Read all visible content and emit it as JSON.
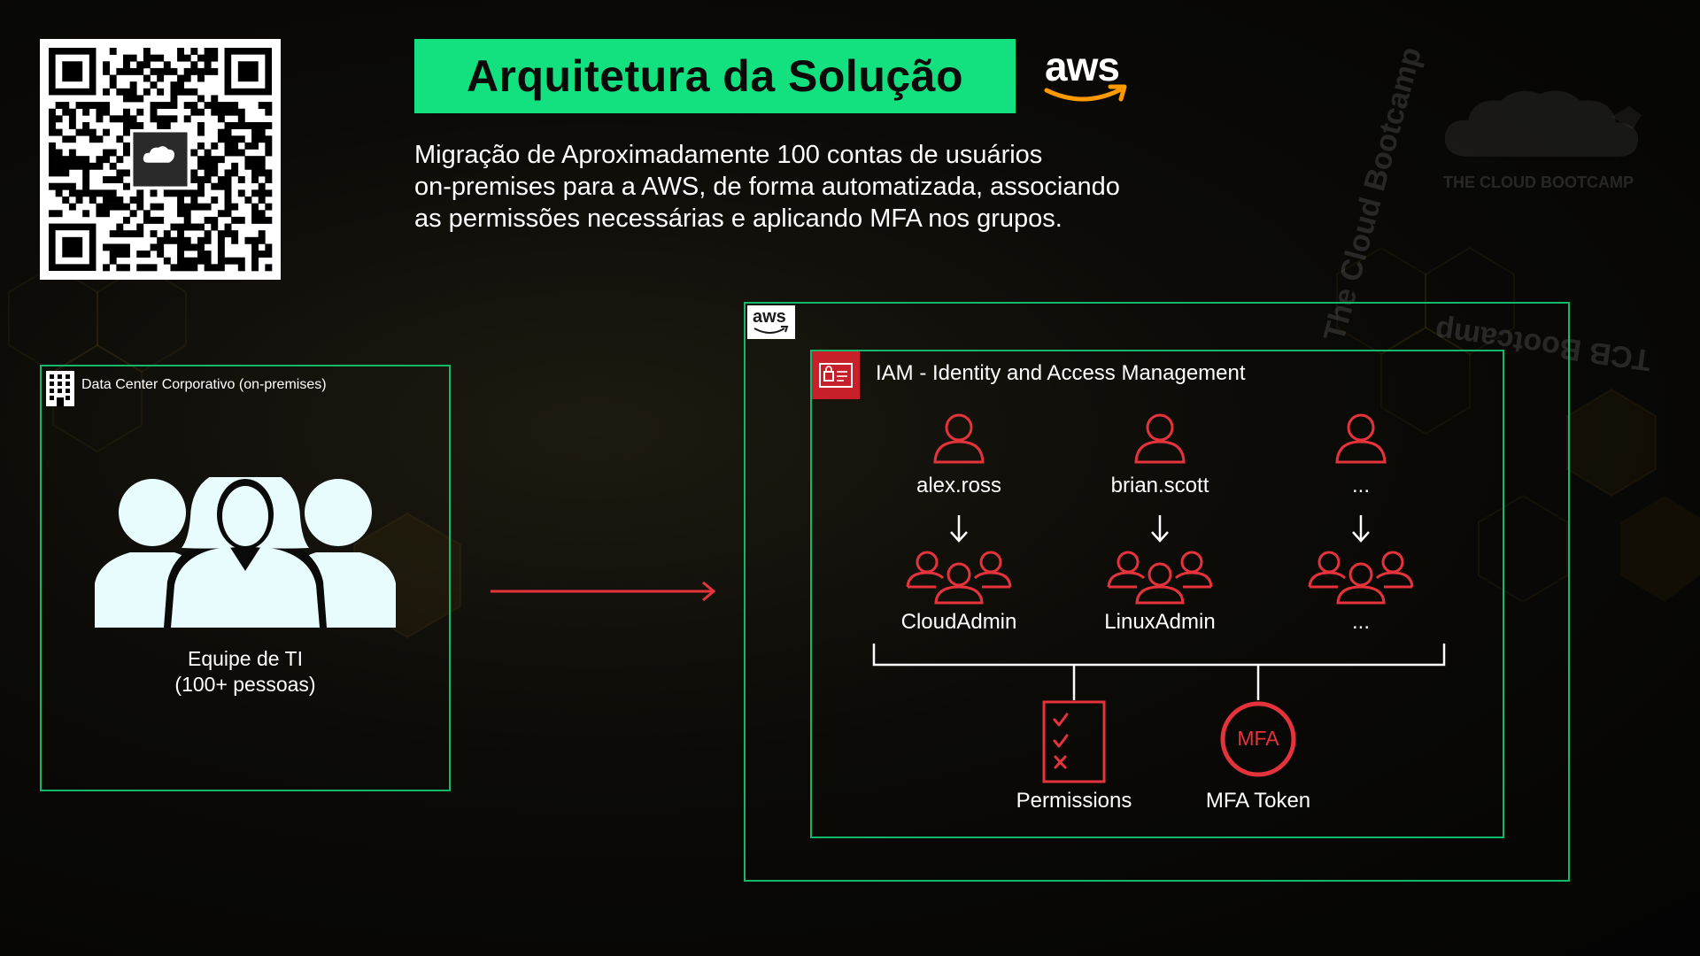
{
  "title": "Arquitetura da Solução",
  "brand_logo": "aws",
  "subtitle_lines": [
    "Migração de Aproximadamente 100 contas de usuários",
    "on-premises para a AWS, de forma automatizada, associando",
    "as permissões necessárias e aplicando MFA nos grupos."
  ],
  "watermarks": {
    "cloud_bootcamp_logo": "THE CLOUD BOOTCAMP",
    "diagonal_text": "The Cloud Bootcamp",
    "diagonal_text_2": "TCB Bootcamp"
  },
  "qr_code": {
    "icon": "qr-code-icon"
  },
  "datacenter": {
    "label": "Data Center Corporativo (on-premises)",
    "icon": "office-building-icon",
    "team_line1": "Equipe de TI",
    "team_line2": "(100+ pessoas)",
    "team_icon": "user-group-icon"
  },
  "aws_cloud": {
    "badge_text": "aws",
    "iam_title": "IAM - Identity and Access Management",
    "iam_icon": "iam-icon",
    "users": [
      {
        "name": "alex.ross",
        "group": "CloudAdmin"
      },
      {
        "name": "brian.scott",
        "group": "LinuxAdmin"
      },
      {
        "name": "...",
        "group": "..."
      }
    ],
    "permissions_label": "Permissions",
    "permissions_icon": "checklist-icon",
    "mfa_label": "MFA Token",
    "mfa_icon_text": "MFA"
  },
  "colors": {
    "accent_green": "#13e07e",
    "border_green": "#13b86a",
    "iam_red": "#e5333b",
    "aws_orange": "#ff9900",
    "team_icon": "#e8fbfd"
  }
}
